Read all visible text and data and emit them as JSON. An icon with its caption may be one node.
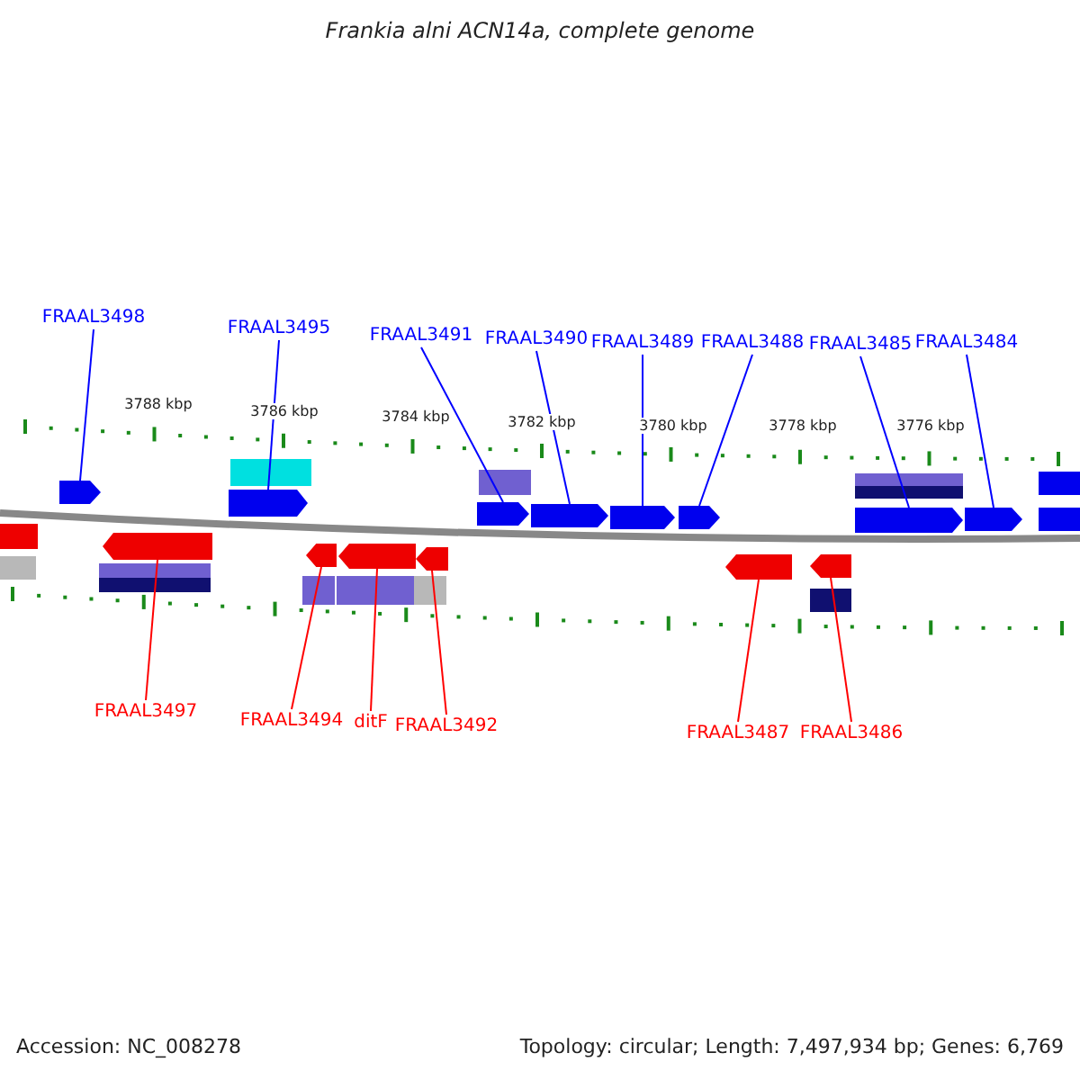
{
  "diagram": {
    "title": "Frankia alni ACN14a, complete genome",
    "nodes": [
      {
        "text": [
          "FRAAL3498"
        ]
      },
      {
        "text": [
          "FRAAL3495"
        ]
      },
      {
        "text": [
          "FRAAL3491"
        ]
      },
      {
        "text": [
          "FRAAL3490"
        ]
      },
      {
        "text": [
          "FRAAL3489"
        ]
      },
      {
        "text": [
          "FRAAL3488"
        ]
      },
      {
        "text": [
          "FRAAL3485"
        ]
      },
      {
        "text": [
          "FRAAL3484"
        ]
      },
      {
        "text": [],
        "shape": "pentagon"
      },
      {
        "text": [],
        "shape": "pentagon"
      },
      {
        "text": [],
        "shape": "pentagon"
      },
      {
        "text": [],
        "shape": "pentagon"
      },
      {
        "text": [],
        "shape": "pentagon"
      },
      {
        "text": [],
        "shape": "pentagon"
      },
      {
        "text": [],
        "shape": "pentagon"
      },
      {
        "text": [],
        "shape": "pentagon"
      },
      {
        "text": [],
        "shape": "pentagon"
      },
      {
        "text": [],
        "shape": "pentagon"
      },
      {
        "text": [],
        "shape": "pentagon"
      },
      {
        "text": [],
        "shape": "pentagon"
      },
      {
        "text": [],
        "shape": "pentagon"
      },
      {
        "text": [],
        "shape": "pentagon"
      },
      {
        "text": [
          "FRAAL3497"
        ]
      },
      {
        "text": [
          "FRAAL3494"
        ]
      },
      {
        "text": [
          "ditF"
        ]
      },
      {
        "text": [
          "FRAAL3492"
        ]
      },
      {
        "text": [
          "FRAAL3487"
        ]
      },
      {
        "text": [
          "FRAAL3486"
        ]
      }
    ],
    "edges": [
      {
        "from": 0,
        "to": 8,
        "arrow": "none"
      },
      {
        "from": 1,
        "to": 9,
        "arrow": "none"
      },
      {
        "from": 2,
        "to": 10,
        "arrow": "none"
      },
      {
        "from": 3,
        "to": 11,
        "arrow": "none"
      },
      {
        "from": 4,
        "to": 12,
        "arrow": "none"
      },
      {
        "from": 5,
        "to": 13,
        "arrow": "none"
      },
      {
        "from": 6,
        "to": 14,
        "arrow": "none"
      },
      {
        "from": 7,
        "to": 15,
        "arrow": "none"
      },
      {
        "from": 22,
        "to": 16,
        "arrow": "none",
        "color": "#ff0000"
      },
      {
        "from": 23,
        "to": 17,
        "arrow": "none",
        "color": "#ff0000"
      },
      {
        "from": 24,
        "to": 18,
        "arrow": "none",
        "color": "#ff0000"
      },
      {
        "from": 25,
        "to": 19,
        "arrow": "none",
        "color": "#ff0000"
      },
      {
        "from": 26,
        "to": 20,
        "arrow": "none",
        "color": "#ff0000"
      },
      {
        "from": 27,
        "to": 21,
        "arrow": "none",
        "color": "#ff0000"
      }
    ],
    "labels": [
      "3788 kbp",
      "3786 kbp",
      "3784 kbp",
      "3782 kbp",
      "3780 kbp",
      "3778 kbp",
      "3776 kbp",
      "Accession: NC_008278",
      "Topology: circular; Length: 7,497,934 bp; Genes: 6,769"
    ]
  }
}
